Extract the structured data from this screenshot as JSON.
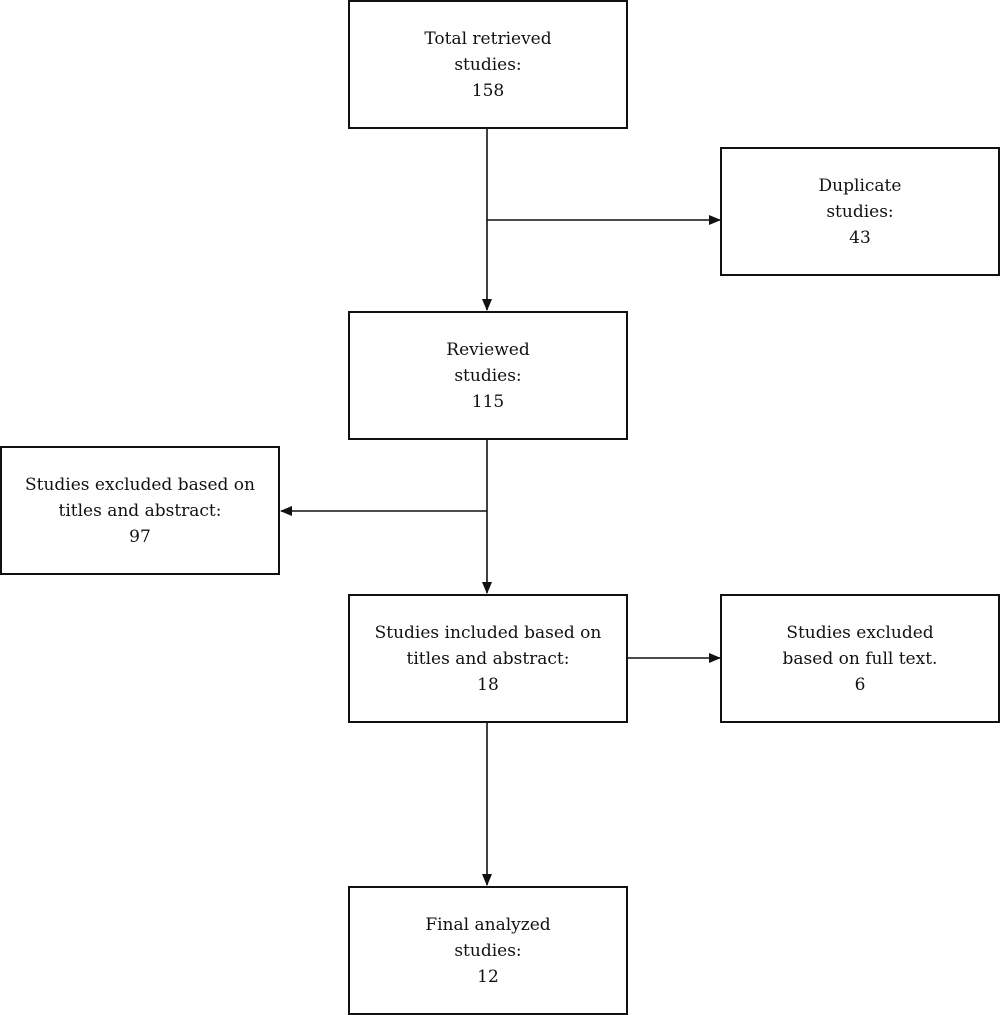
{
  "boxes": {
    "total_retrieved": {
      "line1": "Total retrieved",
      "line2": "studies:",
      "line3": "158"
    },
    "duplicate": {
      "line1": "Duplicate",
      "line2": "studies:",
      "line3": "43"
    },
    "reviewed": {
      "line1": "Reviewed",
      "line2": "studies:",
      "line3": "115"
    },
    "excluded_titles_abstract": {
      "line1": "Studies excluded based on",
      "line2": "titles and abstract:",
      "line3": "97"
    },
    "included_titles_abstract": {
      "line1": "Studies included based on",
      "line2": "titles and abstract:",
      "line3": "18"
    },
    "excluded_full_text": {
      "line1": "Studies excluded",
      "line2": "based on full text.",
      "line3": "6"
    },
    "final_analyzed": {
      "line1": "Final analyzed",
      "line2": "studies:",
      "line3": "12"
    }
  },
  "colors": {
    "stroke": "#111111",
    "background": "#ffffff"
  }
}
